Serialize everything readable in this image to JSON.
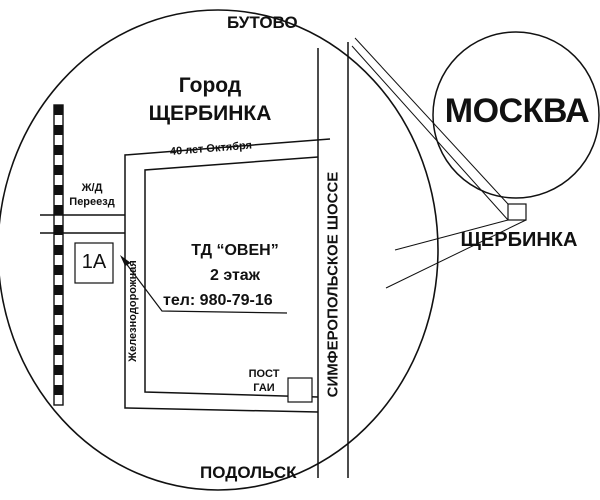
{
  "labels": {
    "butovo": "БУТОВО",
    "city_line1": "Город",
    "city_line2": "ЩЕРБИНКА",
    "moskva": "МОСКВА",
    "shcherbinka_inset": "ЩЕРБИНКА",
    "street_40_let": "40 лет Октября",
    "rail_crossing_line1": "Ж/Д",
    "rail_crossing_line2": "Переезд",
    "building_number": "1А",
    "street_zheleznodorozhnaya": "Железнодорожная",
    "store_name": "ТД “ОВЕН”",
    "store_floor": "2 этаж",
    "store_phone": "тел: 980-79-16",
    "highway": "СИМФЕРОПОЛЬСКОЕ ШОССЕ",
    "post_line1": "ПОСТ",
    "post_line2": "ГАИ",
    "podolsk": "ПОДОЛЬСК"
  },
  "colors": {
    "ink": "#111111",
    "background": "#ffffff"
  }
}
